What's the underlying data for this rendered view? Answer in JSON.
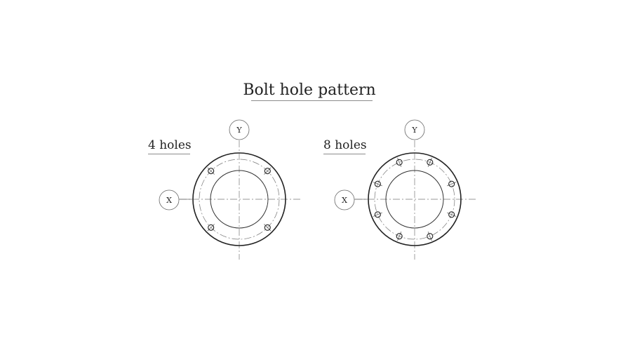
{
  "title": "Bolt hole pattern",
  "patterns": [
    {
      "label": "4 holes",
      "hole_count": 4,
      "start_angle_deg": 45,
      "x_axis_label": "X",
      "y_axis_label": "Y"
    },
    {
      "label": "8 holes",
      "hole_count": 8,
      "start_angle_deg": 22.5,
      "x_axis_label": "X",
      "y_axis_label": "Y"
    }
  ]
}
